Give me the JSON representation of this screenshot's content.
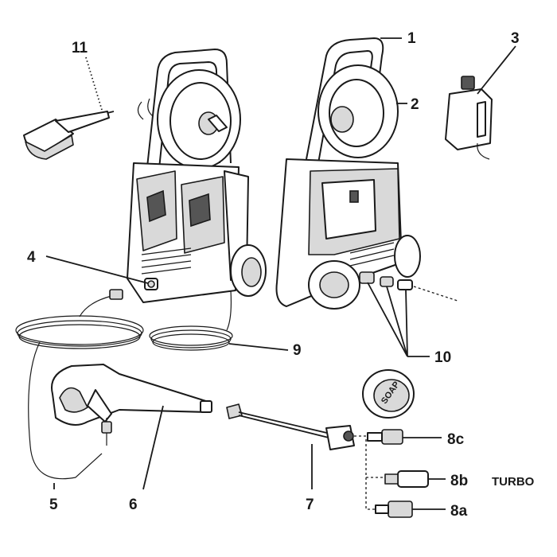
{
  "callouts": {
    "c1": "1",
    "c2": "2",
    "c3": "3",
    "c4": "4",
    "c5": "5",
    "c6": "6",
    "c7": "7",
    "c8a": "8a",
    "c8b": "8b",
    "c8c": "8c",
    "c9": "9",
    "c10": "10",
    "c11": "11"
  },
  "labels": {
    "turbo": "TURBO",
    "soap": "SOAP"
  }
}
